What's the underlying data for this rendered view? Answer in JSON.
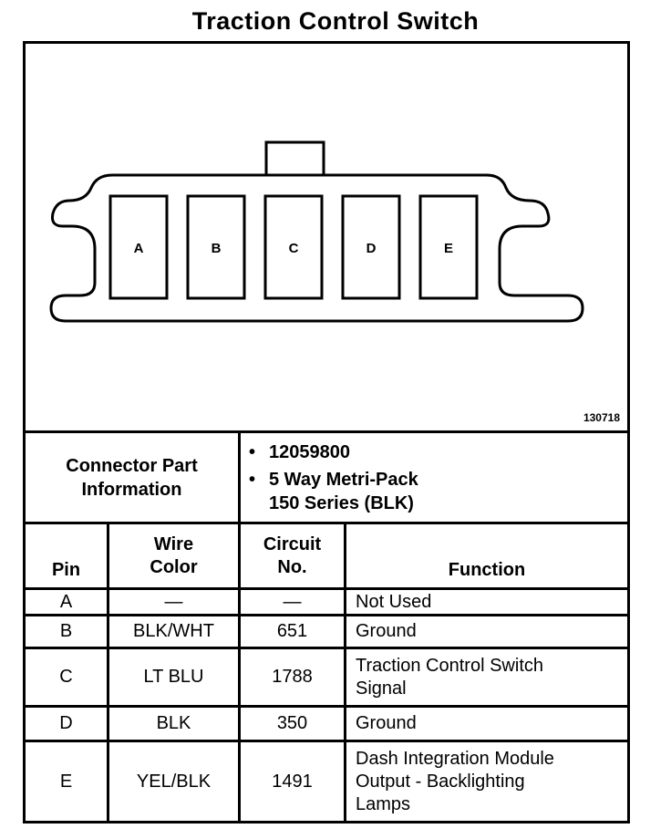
{
  "title": "Traction Control Switch",
  "diagram": {
    "pins": [
      "A",
      "B",
      "C",
      "D",
      "E"
    ],
    "drawing_number": "130718"
  },
  "connector_info": {
    "label_line1": "Connector Part",
    "label_line2": "Information",
    "items": [
      "12059800",
      "5 Way Metri-Pack",
      "150 Series (BLK)"
    ]
  },
  "table": {
    "headers": {
      "pin": "Pin",
      "wire_color_line1": "Wire",
      "wire_color_line2": "Color",
      "circuit_line1": "Circuit",
      "circuit_line2": "No.",
      "function": "Function"
    },
    "rows": [
      {
        "pin": "A",
        "wire_color": "—",
        "circuit": "—",
        "function_lines": [
          "Not Used"
        ]
      },
      {
        "pin": "B",
        "wire_color": "BLK/WHT",
        "circuit": "651",
        "function_lines": [
          "Ground"
        ]
      },
      {
        "pin": "C",
        "wire_color": "LT BLU",
        "circuit": "1788",
        "function_lines": [
          "Traction Control Switch",
          "Signal"
        ]
      },
      {
        "pin": "D",
        "wire_color": "BLK",
        "circuit": "350",
        "function_lines": [
          "Ground"
        ]
      },
      {
        "pin": "E",
        "wire_color": "YEL/BLK",
        "circuit": "1491",
        "function_lines": [
          "Dash Integration Module",
          "Output - Backlighting",
          "Lamps"
        ]
      }
    ]
  }
}
